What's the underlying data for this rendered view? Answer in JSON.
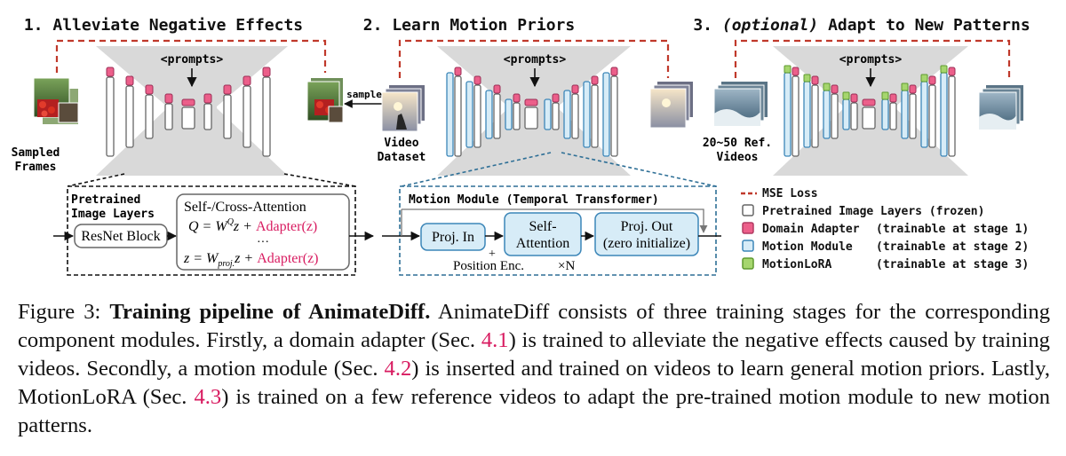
{
  "stages": [
    {
      "num": "1.",
      "title": "Alleviate Negative Effects",
      "optional": ""
    },
    {
      "num": "2.",
      "title": "Learn Motion Priors",
      "optional": ""
    },
    {
      "num": "3.",
      "title": "Adapt to New Patterns",
      "optional": "(optional)"
    }
  ],
  "labels": {
    "prompts": "<prompts>",
    "sample": "sample",
    "sampled_frames_1": "Sampled",
    "sampled_frames_2": "Frames",
    "video_dataset_1": "Video",
    "video_dataset_2": "Dataset",
    "ref_videos_1": "20~50 Ref.",
    "ref_videos_2": "Videos"
  },
  "detail_left": {
    "title_1": "Pretrained",
    "title_2": "Image Layers",
    "resnet": "ResNet Block",
    "attn_title": "Self-/Cross-Attention",
    "eq1_black": "Q = W",
    "eq1_sup": "Q",
    "eq1_z": "z + ",
    "eq1_pink": "Adapter(z)",
    "dots": "···",
    "eq2_black": "z = W",
    "eq2_sub": "proj.",
    "eq2_z": "z + ",
    "eq2_pink": "Adapter(z)"
  },
  "detail_right": {
    "title": "Motion Module (Temporal Transformer)",
    "proj_in": "Proj. In",
    "self_attn_1": "Self-",
    "self_attn_2": "Attention",
    "proj_out_1": "Proj. Out",
    "proj_out_2": "(zero initialize)",
    "plus": "+",
    "pos_enc": "Position Enc.",
    "times_n": "×N"
  },
  "legend": [
    {
      "text": "MSE Loss",
      "note": "",
      "kind": "dash",
      "color": "#c0392b"
    },
    {
      "text": "Pretrained Image Layers (frozen)",
      "note": "",
      "kind": "box",
      "color": "#ffffff",
      "stroke": "#666666"
    },
    {
      "text": "Domain Adapter",
      "note": "(trainable at stage 1)",
      "kind": "box",
      "color": "#ec5f8a",
      "stroke": "#b23a62"
    },
    {
      "text": "Motion Module",
      "note": "(trainable at stage 2)",
      "kind": "box",
      "color": "#d7ecf7",
      "stroke": "#3c86b8"
    },
    {
      "text": "MotionLoRA",
      "note": "(trainable at stage 3)",
      "kind": "box",
      "color": "#a6d66e",
      "stroke": "#5e9a2e"
    }
  ],
  "caption": {
    "fig_label": "Figure 3:",
    "bold": "Training pipeline of AnimateDiff.",
    "t1": " AnimateDiff consists of three training stages for the corresponding component modules.  Firstly, a domain adapter (Sec. ",
    "r1": "4.1",
    "t2": ") is trained to alleviate the negative effects caused by training videos.  Secondly, a motion module (Sec. ",
    "r2": "4.2",
    "t3": ") is inserted and trained on videos to learn general motion priors.  Lastly, MotionLoRA (Sec. ",
    "r3": "4.3",
    "t4": ") is trained on a few reference videos to adapt the pre-trained motion module to new motion patterns."
  },
  "colors": {
    "mse": "#c0392b",
    "funnel": "#d9d9d9",
    "adapter": "#ec5f8a",
    "motion": "#d7ecf7",
    "motion_stroke": "#3c86b8",
    "lora": "#a6d66e",
    "pink_text": "#d81b60",
    "teal_dash": "#2e6f96"
  }
}
